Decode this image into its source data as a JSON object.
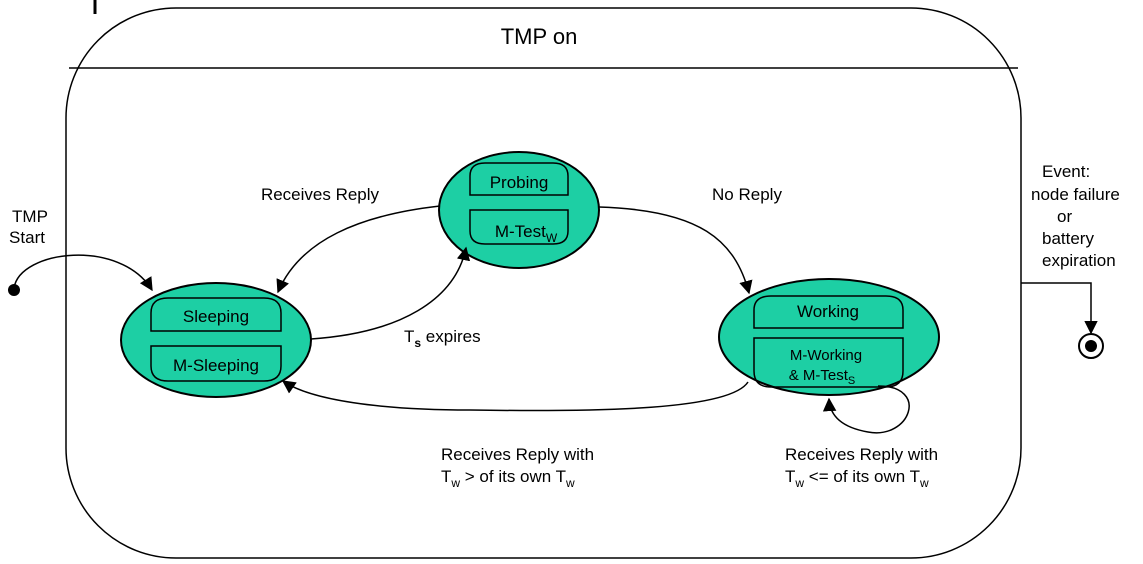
{
  "superstate": {
    "title": "TMP on"
  },
  "states": {
    "probing": {
      "name": "Probing",
      "compartment_main": "M-Test",
      "compartment_sub": "W"
    },
    "sleeping": {
      "name": "Sleeping",
      "compartment_main": "M-Sleeping"
    },
    "working": {
      "name": "Working",
      "compartment_line1": "M-Working",
      "compartment_line2_main": "& M-Test",
      "compartment_line2_sub": "S"
    }
  },
  "start": {
    "line1": "TMP",
    "line2": "Start"
  },
  "transitions": {
    "receives_reply": "Receives Reply",
    "no_reply": "No Reply",
    "ts_expires": {
      "main": "T",
      "sub": "s",
      "rest": " expires"
    },
    "receives_reply_greater": {
      "line1": "Receives Reply with",
      "l2_a": "T",
      "l2_a_sub": "w",
      "l2_b": " > of its own T",
      "l2_b_sub": "w"
    },
    "receives_reply_lesseq": {
      "line1": "Receives Reply with",
      "l2_a": "T",
      "l2_a_sub": "w",
      "l2_b": " <= of its own T",
      "l2_b_sub": "w"
    }
  },
  "event": {
    "lines": [
      "Event:",
      "node failure",
      "or",
      "battery",
      "expiration"
    ]
  },
  "colors": {
    "state_fill": "#1dcfa4",
    "stroke": "#000000",
    "background": "#ffffff"
  }
}
